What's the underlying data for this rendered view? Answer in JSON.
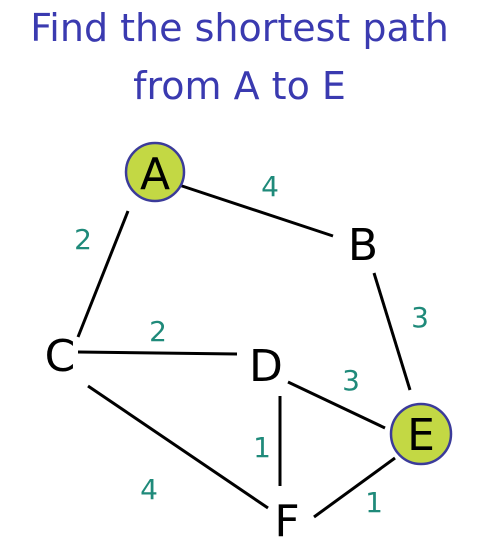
{
  "title": {
    "line1": "Find the shortest path",
    "line2": "from A to  E"
  },
  "nodes": [
    {
      "id": "A",
      "label": "A",
      "highlighted": true
    },
    {
      "id": "B",
      "label": "B",
      "highlighted": false
    },
    {
      "id": "C",
      "label": "C",
      "highlighted": false
    },
    {
      "id": "D",
      "label": "D",
      "highlighted": false
    },
    {
      "id": "E",
      "label": "E",
      "highlighted": true
    },
    {
      "id": "F",
      "label": "F",
      "highlighted": false
    }
  ],
  "edges": [
    {
      "from": "A",
      "to": "B",
      "weight": "4"
    },
    {
      "from": "A",
      "to": "C",
      "weight": "2"
    },
    {
      "from": "B",
      "to": "E",
      "weight": "3"
    },
    {
      "from": "C",
      "to": "D",
      "weight": "2"
    },
    {
      "from": "D",
      "to": "E",
      "weight": "3"
    },
    {
      "from": "D",
      "to": "F",
      "weight": "1"
    },
    {
      "from": "C",
      "to": "F",
      "weight": "4"
    },
    {
      "from": "F",
      "to": "E",
      "weight": "1"
    }
  ],
  "colors": {
    "title": "#3a3ab0",
    "highlight_fill": "#c3d844",
    "highlight_stroke": "#3b3b9a",
    "weight": "#1f8a7a",
    "edge": "#000000"
  }
}
